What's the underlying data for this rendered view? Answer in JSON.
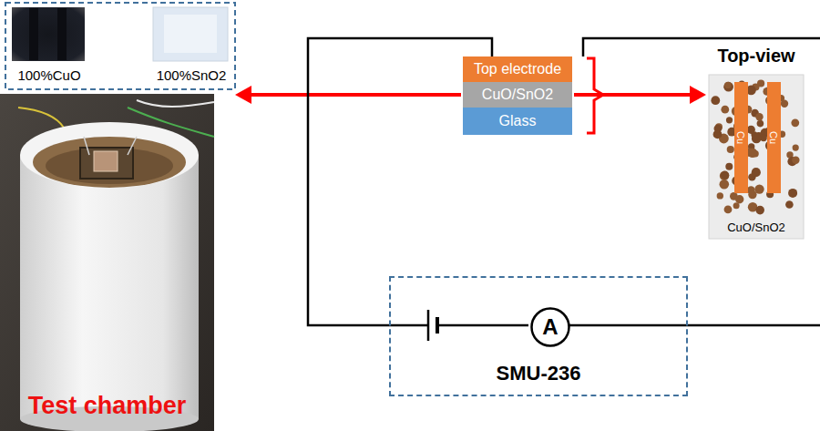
{
  "diagram": {
    "nodes": [
      {
        "text": [
          "100%CuO"
        ]
      },
      {
        "text": [
          "100%SnO2"
        ]
      },
      {
        "text": [
          "Test chamber"
        ]
      },
      {
        "text": [
          "Top electrode"
        ]
      },
      {
        "text": [
          "CuO/SnO2"
        ]
      },
      {
        "text": [
          "Glass"
        ]
      },
      {
        "text": [
          "Top-view",
          "CuO/SnO2"
        ]
      },
      {
        "text": [
          "Cu"
        ],
        "in": 6
      },
      {
        "text": [
          "Cu"
        ],
        "in": 6
      },
      {
        "text": [
          "SMU-236"
        ]
      },
      {
        "text": [
          "A"
        ],
        "in": 9
      }
    ],
    "edges": [
      {
        "from": 4,
        "to": 1,
        "arrow": "to"
      },
      {
        "from": 4,
        "to": 6,
        "arrow": "to"
      },
      {
        "from": 3,
        "to": 9,
        "arrow": "none"
      }
    ]
  }
}
